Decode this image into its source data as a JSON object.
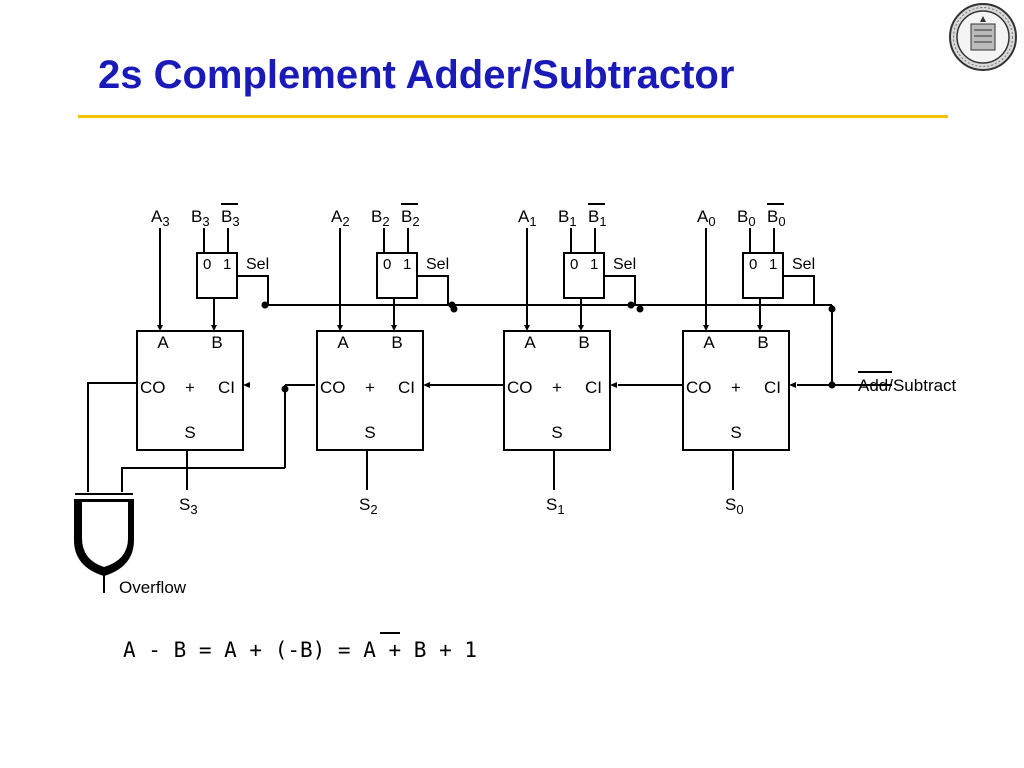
{
  "slide": {
    "title": "2s Complement Adder/Subtractor",
    "equation": "A - B = A + (-B) = A + B + 1"
  },
  "seal": {
    "icon": "university-seal-icon"
  },
  "colors": {
    "title": "#1a1ab8",
    "rule": "#f2c200",
    "lines": "#000000"
  },
  "stages": [
    {
      "a_label": "A",
      "a_sub": "3",
      "b_label": "B",
      "b_sub": "3",
      "bbar_label": "B",
      "bbar_sub": "3",
      "sum_label": "S",
      "sum_sub": "3"
    },
    {
      "a_label": "A",
      "a_sub": "2",
      "b_label": "B",
      "b_sub": "2",
      "bbar_label": "B",
      "bbar_sub": "2",
      "sum_label": "S",
      "sum_sub": "2"
    },
    {
      "a_label": "A",
      "a_sub": "1",
      "b_label": "B",
      "b_sub": "1",
      "bbar_label": "B",
      "bbar_sub": "1",
      "sum_label": "S",
      "sum_sub": "1"
    },
    {
      "a_label": "A",
      "a_sub": "0",
      "b_label": "B",
      "b_sub": "0",
      "bbar_label": "B",
      "bbar_sub": "0",
      "sum_label": "S",
      "sum_sub": "0"
    }
  ],
  "mux": {
    "input0": "0",
    "input1": "1",
    "select": "Sel"
  },
  "adder": {
    "in_a": "A",
    "in_b": "B",
    "carry_out": "CO",
    "plus": "+",
    "carry_in": "CI",
    "sum": "S"
  },
  "control_label": "Add/Subtract",
  "overflow_label": "Overflow"
}
